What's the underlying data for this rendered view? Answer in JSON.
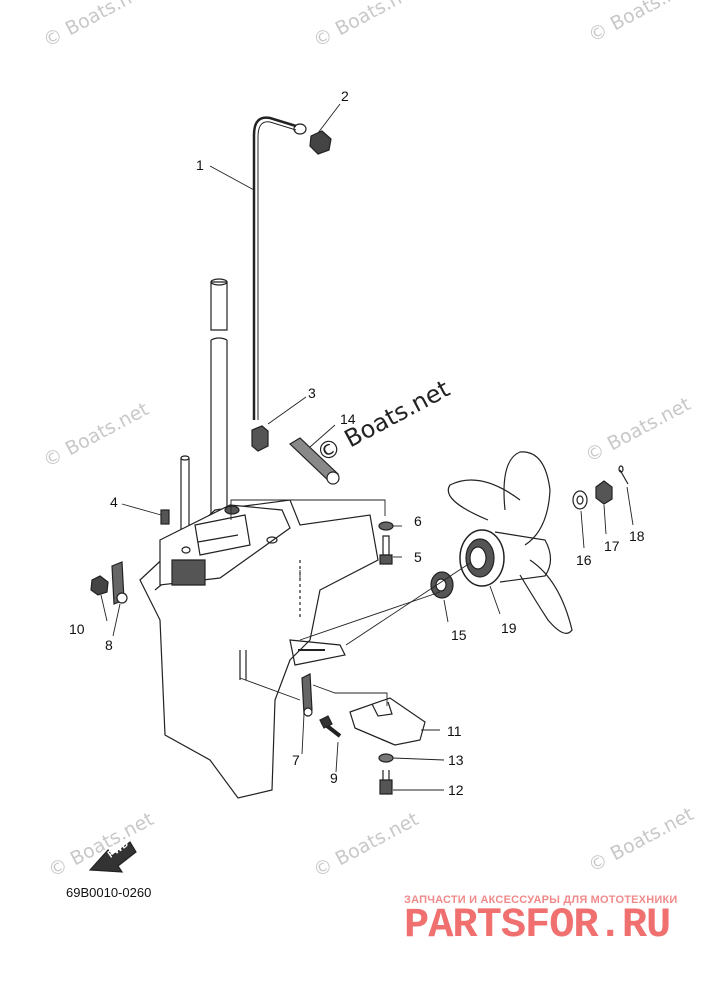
{
  "diagram": {
    "code": "69B0010-0260",
    "fwd_label": "FWD",
    "watermark": "© Boats.net",
    "watermark_feature": "© Boats.net",
    "brand_sub": "ЗАПЧАСТИ И АКСЕССУАРЫ ДЛЯ МОТОТЕХНИКИ",
    "brand": "PARTSFOR.RU",
    "callouts": [
      "1",
      "2",
      "3",
      "4",
      "5",
      "6",
      "7",
      "8",
      "9",
      "10",
      "11",
      "12",
      "13",
      "14",
      "15",
      "16",
      "17",
      "18",
      "19"
    ]
  }
}
